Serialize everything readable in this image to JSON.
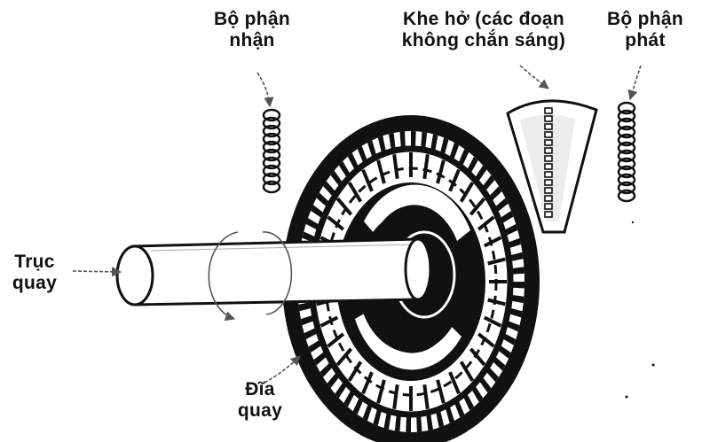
{
  "labels": {
    "receiver": {
      "line1": "Bộ phận",
      "line2": "nhận"
    },
    "slit": {
      "line1": "Khe hở (các đoạn",
      "line2": "không chắn sáng)"
    },
    "emitter": {
      "line1": "Bộ phận",
      "line2": "phát"
    },
    "shaft": {
      "line1": "Trục",
      "line2": "quay"
    },
    "disk": {
      "line1": "Đĩa",
      "line2": "quay"
    }
  },
  "colors": {
    "ink": "#111111",
    "paper": "#ffffff",
    "arrow": "#555555"
  }
}
